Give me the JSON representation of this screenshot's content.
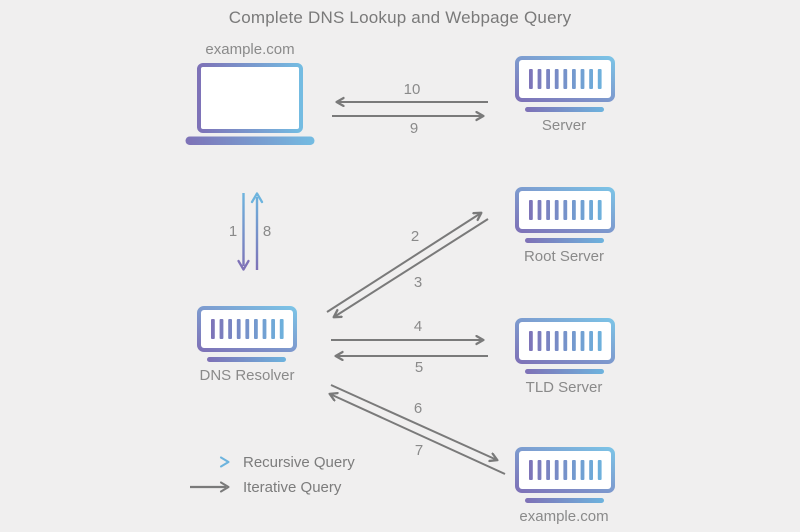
{
  "title": "Complete DNS Lookup and Webpage Query",
  "nodes": {
    "client": {
      "label": "example.com",
      "icon": "laptop-icon"
    },
    "web_server": {
      "label": "Server",
      "icon": "server-icon"
    },
    "dns_resolver": {
      "label": "DNS Resolver",
      "icon": "server-icon"
    },
    "root_server": {
      "label": "Root Server",
      "icon": "server-icon"
    },
    "tld_server": {
      "label": "TLD Server",
      "icon": "server-icon"
    },
    "authoritative_server": {
      "label": "example.com",
      "icon": "server-icon"
    }
  },
  "steps": [
    {
      "label": "1",
      "style": "recursive-gradient",
      "from": "client",
      "to": "dns_resolver"
    },
    {
      "label": "2",
      "style": "iterative-gray",
      "from": "dns_resolver",
      "to": "root_server"
    },
    {
      "label": "3",
      "style": "iterative-gray",
      "from": "root_server",
      "to": "dns_resolver"
    },
    {
      "label": "4",
      "style": "iterative-gray",
      "from": "dns_resolver",
      "to": "tld_server"
    },
    {
      "label": "5",
      "style": "iterative-gray",
      "from": "tld_server",
      "to": "dns_resolver"
    },
    {
      "label": "6",
      "style": "iterative-gray",
      "from": "dns_resolver",
      "to": "authoritative_server"
    },
    {
      "label": "7",
      "style": "iterative-gray",
      "from": "authoritative_server",
      "to": "dns_resolver"
    },
    {
      "label": "8",
      "style": "recursive-gradient",
      "from": "dns_resolver",
      "to": "client"
    },
    {
      "label": "9",
      "style": "iterative-gray",
      "from": "client",
      "to": "web_server"
    },
    {
      "label": "10",
      "style": "iterative-gray",
      "from": "web_server",
      "to": "client"
    }
  ],
  "legend": {
    "recursive_label": "Recursive Query",
    "iterative_label": "Iterative Query"
  },
  "colors": {
    "background": "#f0efef",
    "gradient_purple": "#7e72b7",
    "gradient_blue": "#6db4de",
    "gradient_lightblue": "#7cc3e6",
    "iterative_gray": "#7a7a7a",
    "label_gray": "#8a8a8a",
    "title_gray": "#7a7a7a"
  }
}
